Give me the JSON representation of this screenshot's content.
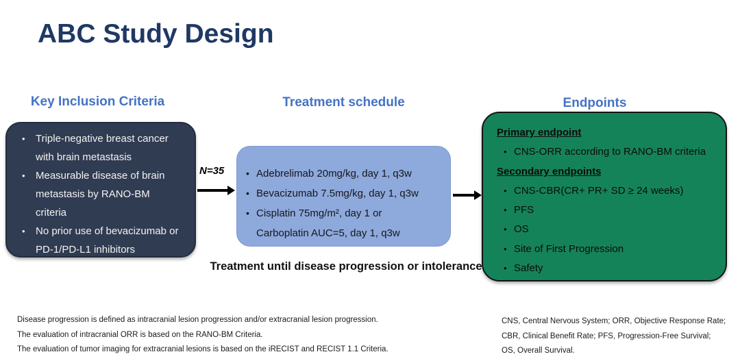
{
  "slide": {
    "title": "ABC Study Design"
  },
  "columns": {
    "inclusion": {
      "header": "Key Inclusion Criteria",
      "bullets": [
        "Triple-negative breast cancer\nwith brain metastasis",
        "Measurable disease of brain\nmetastasis by RANO-BM\ncriteria",
        "No prior use of bevacizumab or\nPD-1/PD-L1 inhibitors"
      ]
    },
    "treatment": {
      "header": "Treatment schedule",
      "bullets": [
        "Adebrelimab 20mg/kg, day 1, q3w",
        "Bevacizumab 7.5mg/kg, day 1, q3w",
        "Cisplatin 75mg/m², day 1 or\nCarboplatin AUC=5, day 1, q3w"
      ],
      "caption": "Treatment until disease progression or intolerance"
    },
    "endpoints": {
      "header": "Endpoints",
      "primary_label": "Primary endpoint",
      "primary_bullets": [
        "CNS-ORR according to RANO-BM criteria"
      ],
      "secondary_label": "Secondary endpoints",
      "secondary_bullets": [
        "CNS-CBR(CR+ PR+ SD ≥ 24 weeks)",
        "PFS",
        "OS",
        "Site of First Progression",
        "Safety"
      ]
    }
  },
  "flow": {
    "n_label": "N=35"
  },
  "footnotes": {
    "left": [
      "Disease progression is defined as intracranial lesion progression  and/or extracranial lesion progression.",
      "The evaluation of intracranial ORR is based on the RANO-BM Criteria.",
      "The evaluation of tumor imaging for extracranial lesions is based on the iRECIST and RECIST 1.1 Criteria."
    ],
    "right": [
      "CNS, Central Nervous System;  ORR, Objective Response Rate;",
      "CBR, Clinical Benefit Rate; PFS, Progression-Free Survival;",
      "OS, Overall Survival."
    ]
  },
  "colors": {
    "title": "#1F3864",
    "column_header": "#4472C4",
    "inclusion_box_fill": "#303C52",
    "treatment_box_fill": "#8EA9DB",
    "endpoints_box_fill": "#15835A",
    "arrow": "#000000"
  }
}
